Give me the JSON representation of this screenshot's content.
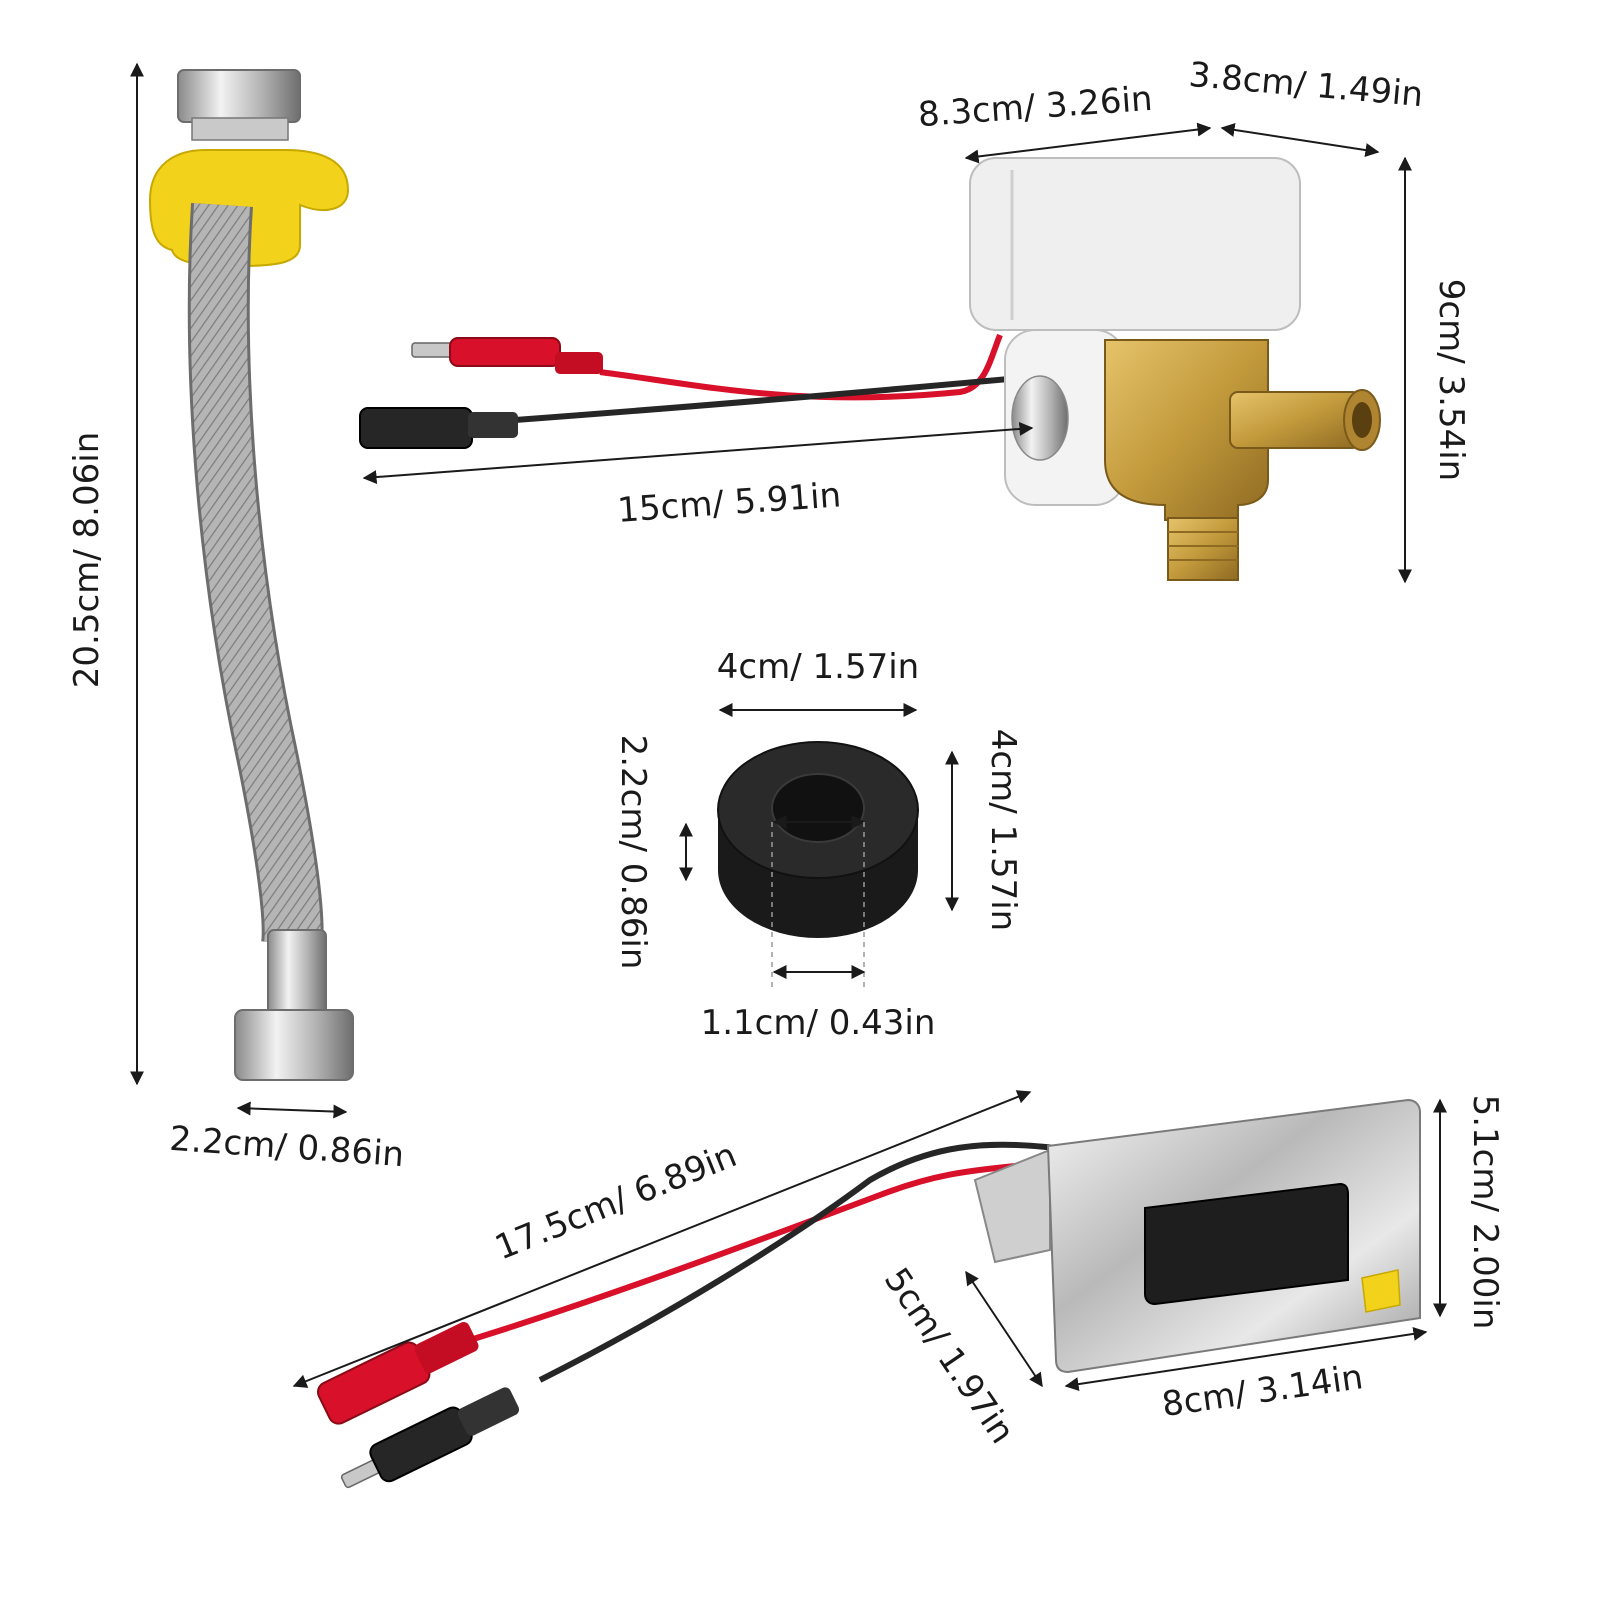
{
  "dimensions": {
    "hose_length": "20.5cm/ 8.06in",
    "hose_width": "2.2cm/ 0.86in",
    "valve_body_width": "8.3cm/ 3.26in",
    "valve_body_depth": "3.8cm/ 1.49in",
    "valve_height": "9cm/ 3.54in",
    "valve_cable_length": "15cm/ 5.91in",
    "grommet_outer_width": "4cm/ 1.57in",
    "grommet_outer_height": "4cm/ 1.57in",
    "grommet_thickness": "2.2cm/ 0.86in",
    "grommet_inner_diameter": "1.1cm/ 0.43in",
    "sensor_cable_length": "17.5cm/ 6.89in",
    "sensor_height": "5.1cm/ 2.00in",
    "sensor_width": "8cm/ 3.14in",
    "sensor_depth": "5cm/ 1.97in"
  },
  "colors": {
    "red_wire": "#d8102a",
    "black_wire": "#262626",
    "brass": "#c9a23f",
    "yellow_nut": "#f2d21b",
    "chrome": "#c8c8c8",
    "white_cap": "#efefef",
    "rubber": "#1e1e1e"
  }
}
